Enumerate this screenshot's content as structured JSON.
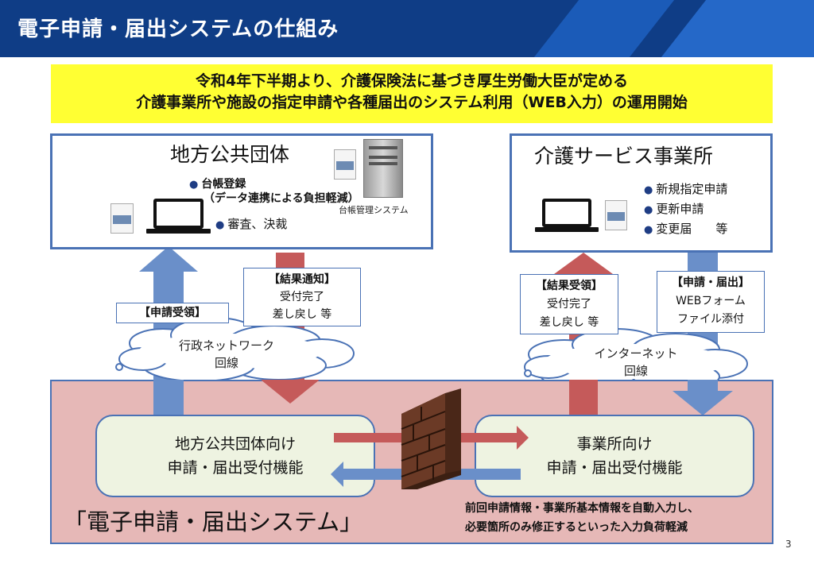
{
  "header": {
    "title": "電子申請・届出システムの仕組み"
  },
  "banner": {
    "line1": "令和4年下半期より、介護保険法に基づき厚生労働大臣が定める",
    "line2": "介護事業所や施設の指定申請や各種届出のシステム利用（WEB入力）の運用開始"
  },
  "local_gov": {
    "title": "地方公共団体",
    "ledger_line1": "台帳登録",
    "ledger_line2": "（データ連携による負担軽減）",
    "review": "審査、決裁",
    "server_label": "台帳管理システム"
  },
  "care_office": {
    "title": "介護サービス事業所",
    "items": [
      "新規指定申請",
      "更新申請",
      "変更届　　等"
    ]
  },
  "labels": {
    "apply_receive": "【申請受領】",
    "result_notice": {
      "head": "【結果通知】",
      "line1": "受付完了",
      "line2": "差し戻し 等"
    },
    "result_receive": {
      "head": "【結果受領】",
      "line1": "受付完了",
      "line2": "差し戻し 等"
    },
    "apply_submit": {
      "head": "【申請・届出】",
      "line1": "WEBフォーム",
      "line2": "ファイル添付"
    }
  },
  "clouds": {
    "gov_network_l1": "行政ネットワーク",
    "gov_network_l2": "回線",
    "internet_l1": "インターネット",
    "internet_l2": "回線"
  },
  "system": {
    "left_l1": "地方公共団体向け",
    "left_l2": "申請・届出受付機能",
    "right_l1": "事業所向け",
    "right_l2": "申請・届出受付機能",
    "name": "「電子申請・届出システム」",
    "note_l1": "前回申請情報・事業所基本情報を自動入力し、",
    "note_l2": "必要箇所のみ修正するといった入力負荷軽減"
  },
  "page_number": "3",
  "colors": {
    "blue_arrow": "#6a8fc9",
    "red_arrow": "#c55a5a",
    "header": "#0f3d86",
    "banner": "#ffff33",
    "system_bg": "#e6b8b7"
  }
}
